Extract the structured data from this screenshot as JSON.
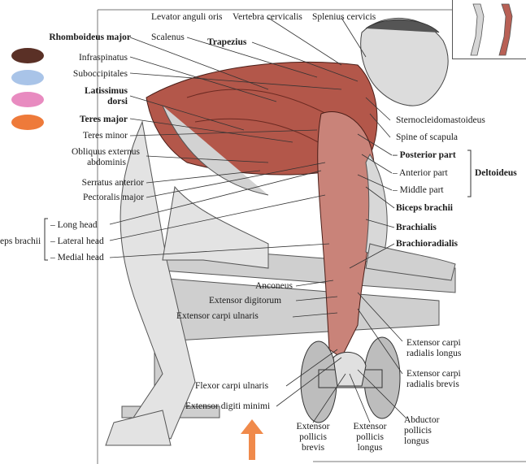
{
  "legend": {
    "swatches": [
      {
        "color": "#5a3026"
      },
      {
        "color": "#a9c4e8"
      },
      {
        "color": "#e88bc0"
      },
      {
        "color": "#ee7a3a"
      }
    ]
  },
  "labels": {
    "levator_anguli_oris": "Levator anguli oris",
    "vertebra_cervicalis": "Vertebra cervicalis",
    "splenius_cervicis": "Splenius cervicis",
    "rhomboideus_major": "Rhomboideus major",
    "scalenus": "Scalenus",
    "trapezius": "Trapezius",
    "infraspinatus": "Infraspinatus",
    "suboccipitales": "Suboccipitales",
    "latissimus_1": "Latissimus",
    "latissimus_2": "dorsi",
    "teres_major": "Teres major",
    "teres_minor": "Teres minor",
    "obliquus_1": "Obliquus externus",
    "obliquus_2": "abdominis",
    "serratus_anterior": "Serratus anterior",
    "pectoralis_major": "Pectoralis major",
    "long_head": "– Long head",
    "lateral_head": "– Lateral head",
    "medial_head": "– Medial head",
    "triceps_group": "eps brachii",
    "sternocleidomastoideus": "Sternocleidomastoideus",
    "spine_of_scapula": "Spine of scapula",
    "posterior_part": "– Posterior part",
    "anterior_part": "– Anterior part",
    "middle_part": "– Middle part",
    "deltoideus": "Deltoideus",
    "biceps_brachii": "Biceps brachii",
    "brachialis": "Brachialis",
    "brachioradialis": "Brachioradialis",
    "anconeus": "Anconeus",
    "extensor_digitorum": "Extensor digitorum",
    "extensor_carpi_ulnaris": "Extensor carpi ulnaris",
    "ecr_longus_1": "Extensor carpi",
    "ecr_longus_2": "radialis longus",
    "ecr_brevis_1": "Extensor carpi",
    "ecr_brevis_2": "radialis brevis",
    "flexor_carpi_ulnaris": "Flexor carpi ulnaris",
    "extensor_digiti_minimi": "Extensor digiti minimi",
    "epb_1": "Extensor",
    "epb_2": "pollicis",
    "epb_3": "brevis",
    "epl_1": "Extensor",
    "epl_2": "pollicis",
    "epl_3": "longus",
    "apl_1": "Abductor",
    "apl_2": "pollicis",
    "apl_3": "longus"
  },
  "colors": {
    "arrow": "#f08a4b",
    "leader": "#333333",
    "muscle": "#a0473c",
    "skin": "#d9d9d9"
  }
}
